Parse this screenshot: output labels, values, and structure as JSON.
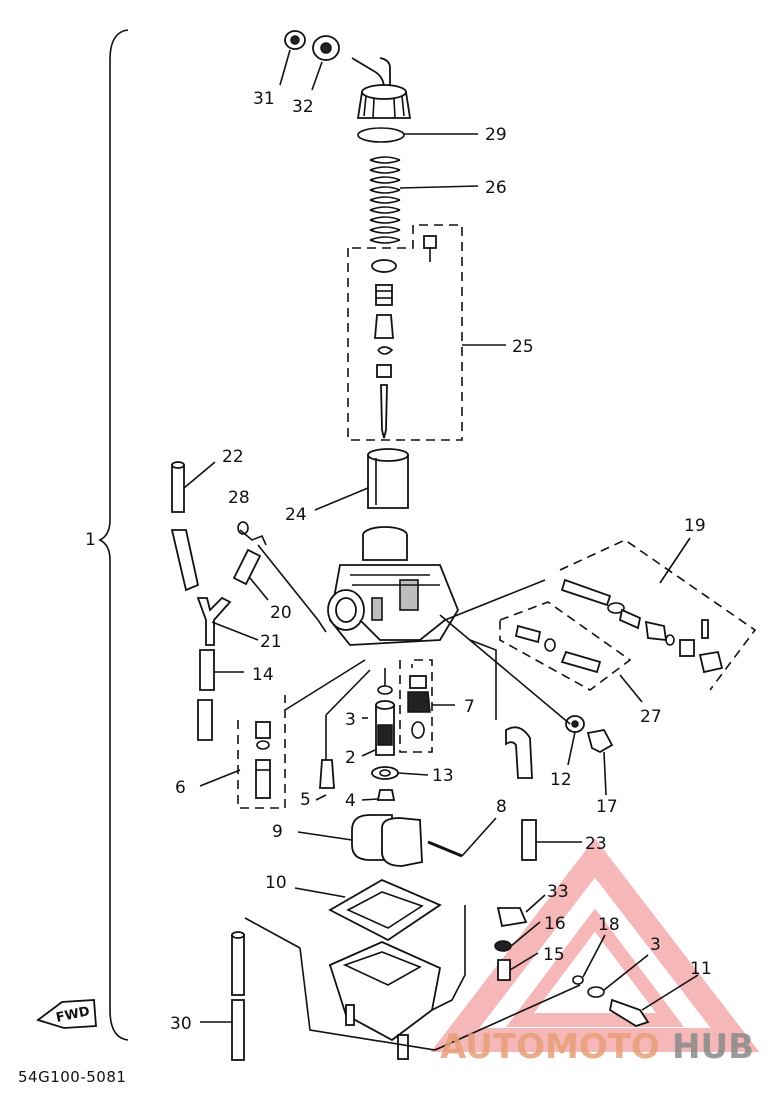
{
  "callouts": {
    "c1": "1",
    "c2": "2",
    "c3": "3",
    "c3b": "3",
    "c4": "4",
    "c5": "5",
    "c6": "6",
    "c7": "7",
    "c8": "8",
    "c9": "9",
    "c10": "10",
    "c11": "11",
    "c12": "12",
    "c13": "13",
    "c14": "14",
    "c15": "15",
    "c16": "16",
    "c17": "17",
    "c18": "18",
    "c19": "19",
    "c20": "20",
    "c21": "21",
    "c22": "22",
    "c23": "23",
    "c24": "24",
    "c25": "25",
    "c26": "26",
    "c27": "27",
    "c28": "28",
    "c29": "29",
    "c30": "30",
    "c31": "31",
    "c32": "32",
    "c33": "33"
  },
  "fwd_label": "FWD",
  "diagram_code": "54G100-5081",
  "watermark": {
    "part1": "AUTOMOTO",
    "part2": "HUB",
    "color_primary": "#e8a07a",
    "color_secondary": "#8a8a8a",
    "logo_color": "#f0a0a0"
  }
}
